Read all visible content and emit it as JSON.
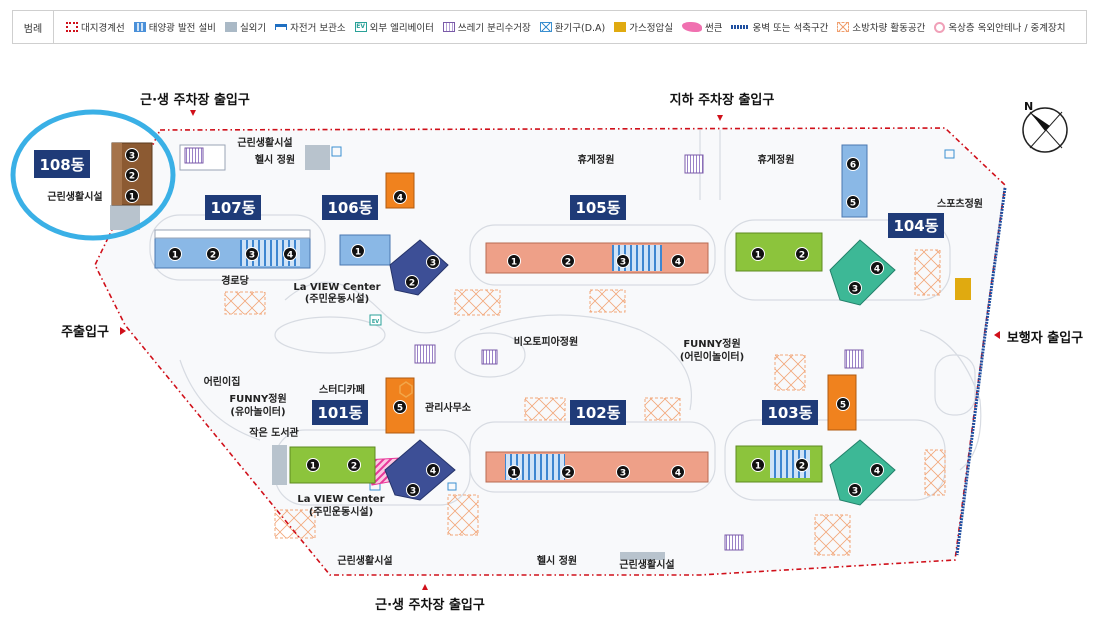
{
  "legend": {
    "title": "범례",
    "items": [
      {
        "id": "boundary",
        "label": "대지경계선"
      },
      {
        "id": "solar",
        "label": "태양광 발전 설비"
      },
      {
        "id": "outdoor_unit",
        "label": "실외기"
      },
      {
        "id": "bike",
        "label": "자전거 보관소"
      },
      {
        "id": "ev",
        "label": "외부 엘리베이터",
        "badge": "EV"
      },
      {
        "id": "waste",
        "label": "쓰레기 분리수거장"
      },
      {
        "id": "vent",
        "label": "환기구(D.A)"
      },
      {
        "id": "gas",
        "label": "가스정압실"
      },
      {
        "id": "sunken",
        "label": "썬큰"
      },
      {
        "id": "retaining",
        "label": "옹벽 또는 석축구간"
      },
      {
        "id": "fire",
        "label": "소방차량 활동공간"
      },
      {
        "id": "antenna",
        "label": "옥상층 옥외안테나 / 중계장치"
      }
    ]
  },
  "entrances": {
    "top_left": "근·생 주차장 출입구",
    "top_right": "지하 주차장 출입구",
    "left": "주출입구",
    "right": "보행자 출입구",
    "bottom": "근·생 주차장 출입구"
  },
  "buildings": {
    "b108": "108동",
    "b107": "107동",
    "b106": "106동",
    "b105": "105동",
    "b104": "104동",
    "b103": "103동",
    "b102": "102동",
    "b101": "101동"
  },
  "places": {
    "commercial_108": "근린생활시설",
    "commercial_top": "근린생활시설",
    "health_top": "헬시 정원",
    "rest_105": "휴게정원",
    "rest_104": "휴게정원",
    "sports": "스포츠정원",
    "senior": "경로당",
    "laview_top_1": "La VIEW Center",
    "laview_top_2": "(주민운동시설)",
    "biotope": "비오토피아정원",
    "funny_right_1": "FUNNY정원",
    "funny_right_2": "(어린이놀이터)",
    "daycare": "어린이집",
    "funny_left_1": "FUNNY정원",
    "funny_left_2": "(유아놀이터)",
    "library": "작은 도서관",
    "study_cafe": "스터디카페",
    "management": "관리사무소",
    "laview_bot_1": "La VIEW Center",
    "laview_bot_2": "(주민운동시설)",
    "commercial_bottom": "근린생활시설",
    "health_bottom": "헬시 정원",
    "commercial_bottom_right": "근린생활시설"
  },
  "lines": {
    "b108": [
      "3",
      "2",
      "1"
    ],
    "b107": [
      "1",
      "2",
      "3",
      "4"
    ],
    "b106": [
      "4",
      "1",
      "2",
      "3"
    ],
    "b105": [
      "1",
      "2",
      "3",
      "4"
    ],
    "b104": [
      "6",
      "5",
      "1",
      "2",
      "4",
      "3"
    ],
    "b102": [
      "1",
      "2",
      "3",
      "4"
    ],
    "b101": [
      "5",
      "1",
      "2",
      "4",
      "3"
    ],
    "b103": [
      "5",
      "1",
      "2",
      "4",
      "3"
    ]
  },
  "compass": "N",
  "colors": {
    "boundary": "#d0101a",
    "label_bg": "#1f3b78",
    "blue_unit": "#8ab8e6",
    "orange_unit": "#f0821e",
    "navy_unit": "#3d4f96",
    "salmon_unit": "#eea088",
    "green_unit": "#8cc43c",
    "teal_unit": "#3db896",
    "brown_unit": "#8c5a32",
    "highlight": "#3ab0e6"
  }
}
